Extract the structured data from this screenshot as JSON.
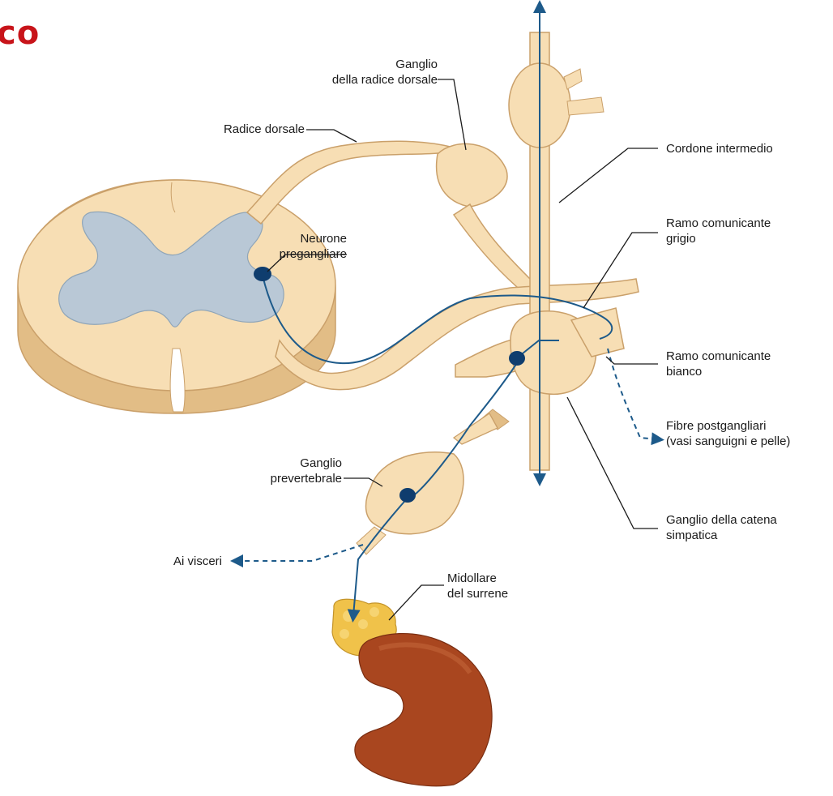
{
  "title_fragment": "co",
  "labels": {
    "ganglio_radice": [
      "Ganglio",
      "della radice dorsale"
    ],
    "radice_dorsale": "Radice dorsale",
    "cordone": "Cordone intermedio",
    "neurone": [
      "Neurone",
      "pregangliare"
    ],
    "ramo_grigio": [
      "Ramo comunicante",
      "grigio"
    ],
    "ramo_bianco": [
      "Ramo comunicante",
      "bianco"
    ],
    "fibre": [
      "Fibre postgangliari",
      "(vasi sanguigni e pelle)"
    ],
    "ganglio_prev": [
      "Ganglio",
      "prevertebrale"
    ],
    "catena": [
      "Ganglio della catena",
      "simpatica"
    ],
    "visceri": "Ai visceri",
    "midollare": [
      "Midollare",
      "del surrene"
    ]
  },
  "colors": {
    "tissue": "#f7deb4",
    "tissue_dark": "#e2bd86",
    "tissue_edge": "#caa06a",
    "gray_matter": "#b9c8d6",
    "nerve_line": "#1d5a8a",
    "neuron": "#0f3d6e",
    "adrenal": "#f0c24a",
    "kidney": "#a9461f",
    "title": "#c8141a"
  }
}
